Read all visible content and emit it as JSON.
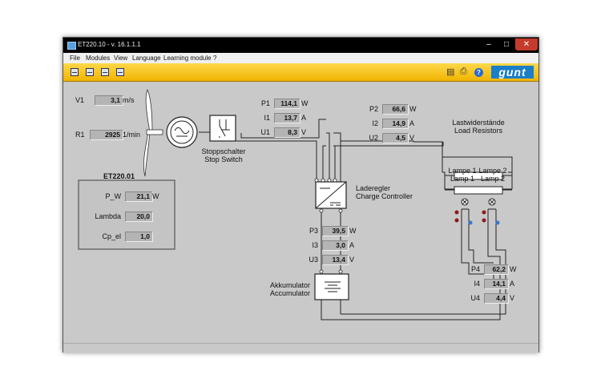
{
  "window": {
    "title": "ET220.10 - v. 16.1.1.1"
  },
  "menu": [
    "File",
    "Modules",
    "View",
    "Language",
    "Learning module",
    "?"
  ],
  "toolbar": {
    "logo": "gunt",
    "help": "?"
  },
  "turbine": {
    "v1": {
      "label": "V1",
      "value": "3,1",
      "unit": "m/s"
    },
    "r1": {
      "label": "R1",
      "value": "2925",
      "unit": "1/min"
    }
  },
  "stop_switch": {
    "de": "Stoppschalter",
    "en": "Stop Switch"
  },
  "panel": {
    "title": "ET220.01",
    "rows": [
      {
        "label": "P_W",
        "value": "21,1",
        "unit": "W"
      },
      {
        "label": "Lambda",
        "value": "20,0",
        "unit": ""
      },
      {
        "label": "Cp_el",
        "value": "1,0",
        "unit": ""
      }
    ]
  },
  "group1": [
    {
      "label": "P1",
      "value": "114,1",
      "unit": "W"
    },
    {
      "label": "I1",
      "value": "13,7",
      "unit": "A"
    },
    {
      "label": "U1",
      "value": "8,3",
      "unit": "V"
    }
  ],
  "group2": [
    {
      "label": "P2",
      "value": "66,6",
      "unit": "W"
    },
    {
      "label": "I2",
      "value": "14,9",
      "unit": "A"
    },
    {
      "label": "U2",
      "value": "4,5",
      "unit": "V"
    }
  ],
  "load_resistors": {
    "de": "Lastwiderstände",
    "en": "Load Resistors"
  },
  "charge_controller": {
    "de": "Laderegler",
    "en": "Charge Controller"
  },
  "lamps": {
    "lamp1": {
      "de": "Lampe 1",
      "en": "Lamp 1"
    },
    "lamp2": {
      "de": "Lampe 2",
      "en": "Lamp 2"
    }
  },
  "group3": [
    {
      "label": "P3",
      "value": "39,5",
      "unit": "W"
    },
    {
      "label": "I3",
      "value": "3,0",
      "unit": "A"
    },
    {
      "label": "U3",
      "value": "13,4",
      "unit": "V"
    }
  ],
  "accumulator": {
    "de": "Akkumulator",
    "en": "Accumulator"
  },
  "group4": [
    {
      "label": "P4",
      "value": "62,2",
      "unit": "W"
    },
    {
      "label": "I4",
      "value": "14,1",
      "unit": "A"
    },
    {
      "label": "U4",
      "value": "4,4",
      "unit": "V"
    }
  ]
}
